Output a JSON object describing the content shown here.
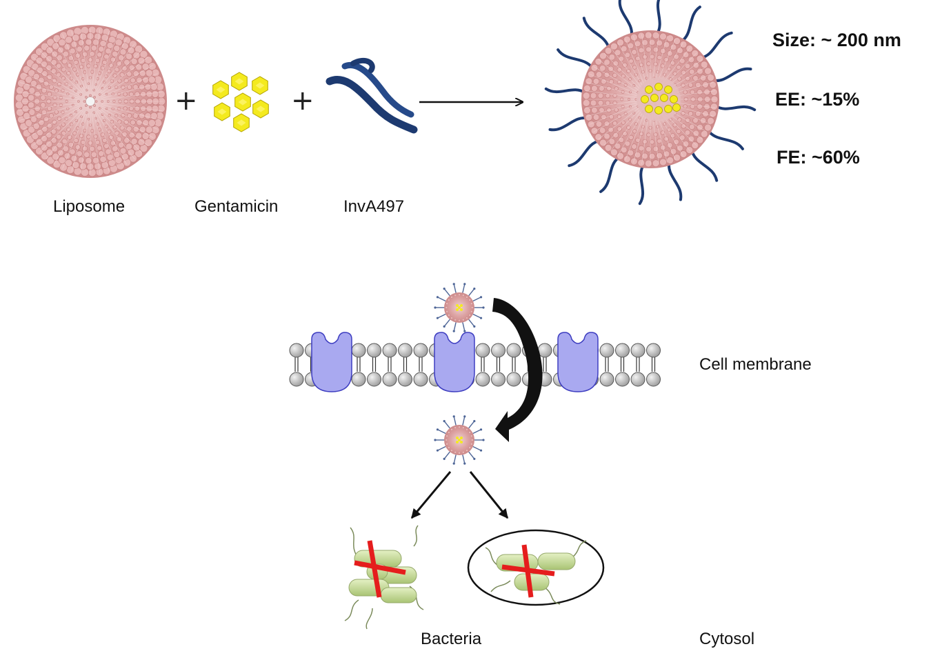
{
  "components": {
    "liposome": "Liposome",
    "gentamicin": "Gentamicin",
    "invA497": "InvA497"
  },
  "operators": {
    "plus": "+"
  },
  "properties": {
    "size": "Size:  ~ 200 nm",
    "ee": "EE:  ~15%",
    "fe": "FE: ~60%"
  },
  "labels": {
    "cell_membrane": "Cell membrane",
    "bacteria": "Bacteria",
    "cytosol": "Cytosol"
  },
  "colors": {
    "liposome": "#d99595",
    "drug": "#f4ea1f",
    "aptamer": "#1d3a70",
    "receptor": "#a9a9f0",
    "lipid_head": "#bdbdbd",
    "bacteria": "#c8dc9a",
    "cross": "#e51d1d"
  }
}
